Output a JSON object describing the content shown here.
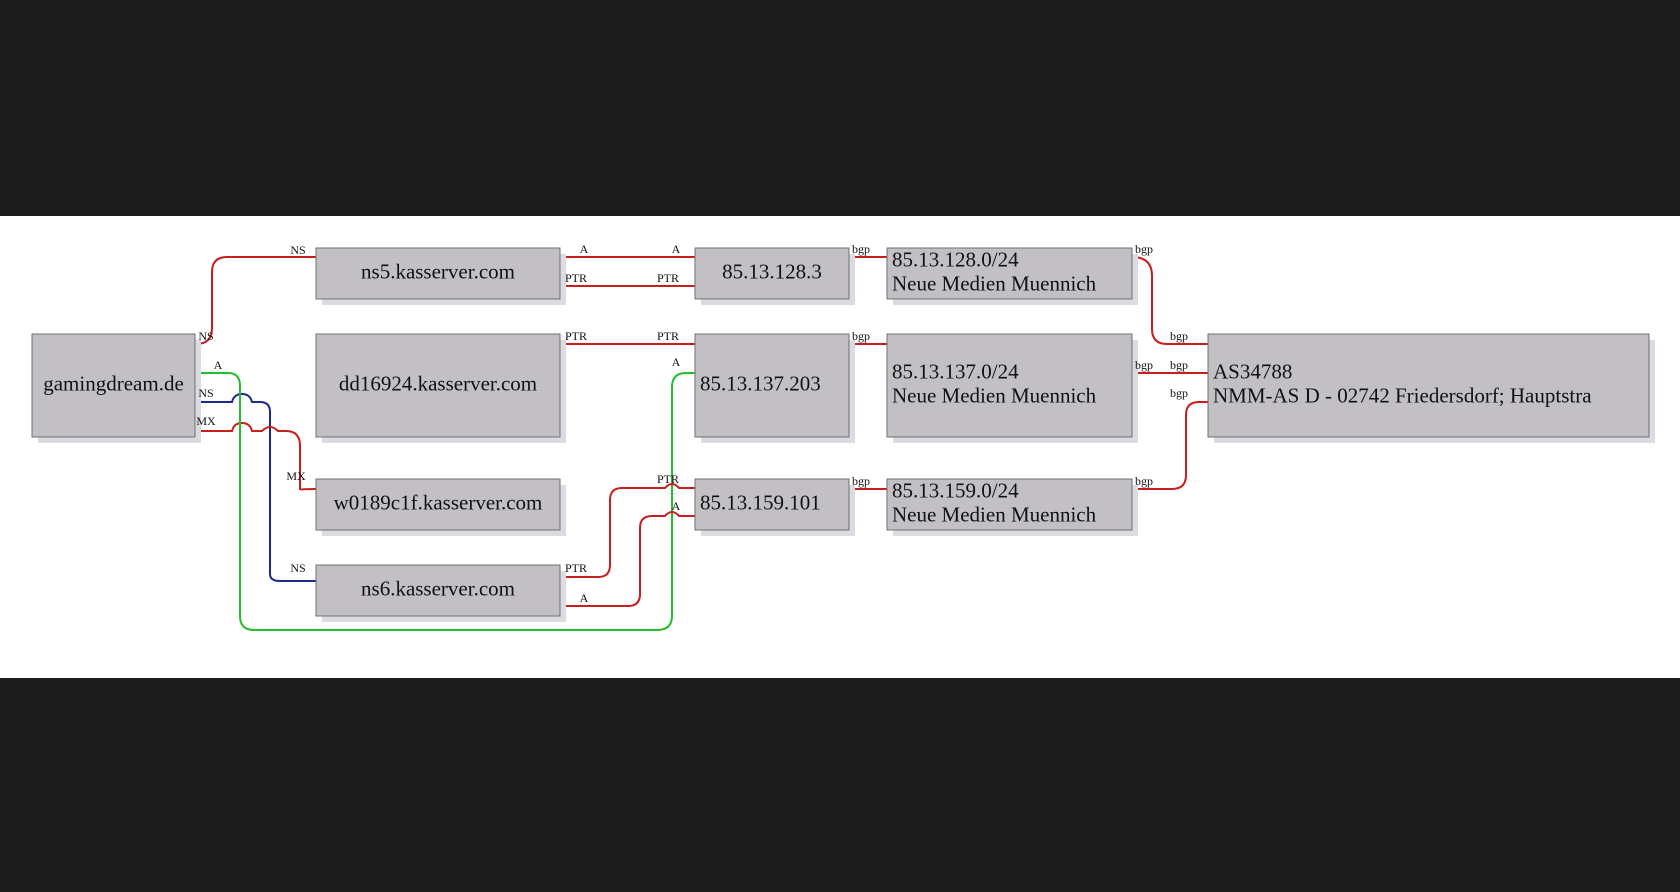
{
  "colors": {
    "background": "#1d1d1d",
    "canvas": "#ffffff",
    "node_fill": "#c2c0c4",
    "red": "#c81e1e",
    "green": "#22c02a",
    "blue": "#1c2a8c"
  },
  "nodes": {
    "gamingdream": [
      "gamingdream.de"
    ],
    "ns5": [
      "ns5.kasserver.com"
    ],
    "dd16924": [
      "dd16924.kasserver.com"
    ],
    "w0189c1f": [
      "w0189c1f.kasserver.com"
    ],
    "ns6": [
      "ns6.kasserver.com"
    ],
    "ip128": [
      "85.13.128.3"
    ],
    "ip137": [
      "85.13.137.203"
    ],
    "ip159": [
      "85.13.159.101"
    ],
    "net128": [
      "85.13.128.0/24",
      "Neue Medien Muennich"
    ],
    "net137": [
      "85.13.137.0/24",
      "Neue Medien Muennich"
    ],
    "net159": [
      "85.13.159.0/24",
      "Neue Medien Muennich"
    ],
    "as34788": [
      "AS34788",
      "NMM-AS D - 02742 Friedersdorf; Hauptstra"
    ]
  },
  "edges": [
    {
      "id": "e-ns5-ns",
      "from": "gamingdream",
      "to": "ns5",
      "color": "red",
      "src_label": "NS",
      "dst_label": "NS"
    },
    {
      "id": "e-ns6-ns",
      "from": "gamingdream",
      "to": "ns6",
      "color": "blue",
      "src_label": "NS",
      "dst_label": "NS"
    },
    {
      "id": "e-mx",
      "from": "gamingdream",
      "to": "w0189c1f",
      "color": "red",
      "src_label": "MX",
      "dst_label": "MX"
    },
    {
      "id": "e-a-gaming",
      "from": "gamingdream",
      "to": "ip137",
      "color": "green",
      "src_label": "A",
      "dst_label": "A"
    },
    {
      "id": "e-ns5-a",
      "from": "ns5",
      "to": "ip128",
      "color": "red",
      "src_label": "A",
      "dst_label": "A"
    },
    {
      "id": "e-ns5-ptr",
      "from": "ns5",
      "to": "ip128",
      "color": "red",
      "src_label": "PTR",
      "dst_label": "PTR"
    },
    {
      "id": "e-dd-ptr",
      "from": "dd16924",
      "to": "ip137",
      "color": "red",
      "src_label": "PTR",
      "dst_label": "PTR"
    },
    {
      "id": "e-ns6-ptr",
      "from": "ns6",
      "to": "ip159",
      "color": "red",
      "src_label": "PTR",
      "dst_label": "PTR"
    },
    {
      "id": "e-ns6-a",
      "from": "ns6",
      "to": "ip159",
      "color": "red",
      "src_label": "A",
      "dst_label": "A"
    },
    {
      "id": "e-bgp-128",
      "from": "ip128",
      "to": "net128",
      "color": "red",
      "src_label": "bgp"
    },
    {
      "id": "e-bgp-137",
      "from": "ip137",
      "to": "net137",
      "color": "red",
      "src_label": "bgp"
    },
    {
      "id": "e-bgp-159",
      "from": "ip159",
      "to": "net159",
      "color": "red",
      "src_label": "bgp"
    },
    {
      "id": "e-as-128",
      "from": "net128",
      "to": "as34788",
      "color": "red",
      "src_label": "bgp",
      "dst_label": "bgp"
    },
    {
      "id": "e-as-137",
      "from": "net137",
      "to": "as34788",
      "color": "red",
      "src_label": "bgp",
      "dst_label": "bgp"
    },
    {
      "id": "e-as-159",
      "from": "net159",
      "to": "as34788",
      "color": "red",
      "src_label": "bgp",
      "dst_label": "bgp"
    }
  ]
}
